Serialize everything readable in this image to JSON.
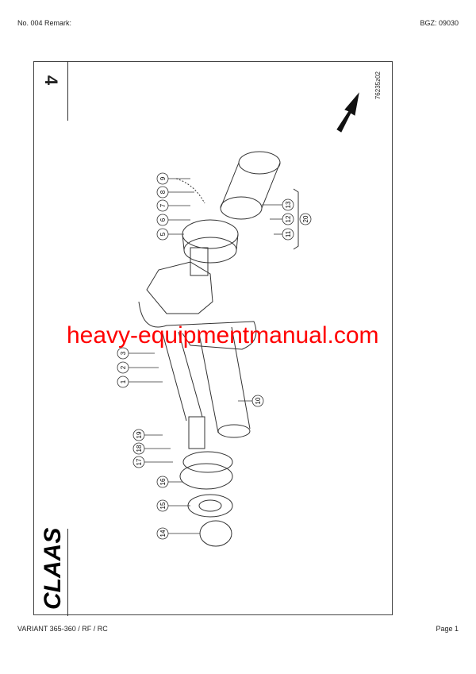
{
  "header": {
    "left": "No. 004   Remark:",
    "right": "BGZ: 09030"
  },
  "section_number": "4",
  "drawing_number": "76235z02",
  "logo_text": "CLAAS",
  "callouts": [
    "9",
    "8",
    "7",
    "6",
    "5",
    "13",
    "12",
    "11",
    "20",
    "3",
    "2",
    "1",
    "10",
    "19",
    "18",
    "17",
    "16",
    "15",
    "14"
  ],
  "watermark": "heavy-equipmentmanual.com",
  "footer": {
    "left": "VARIANT 365-360 / RF / RC",
    "right": "Page 1"
  }
}
